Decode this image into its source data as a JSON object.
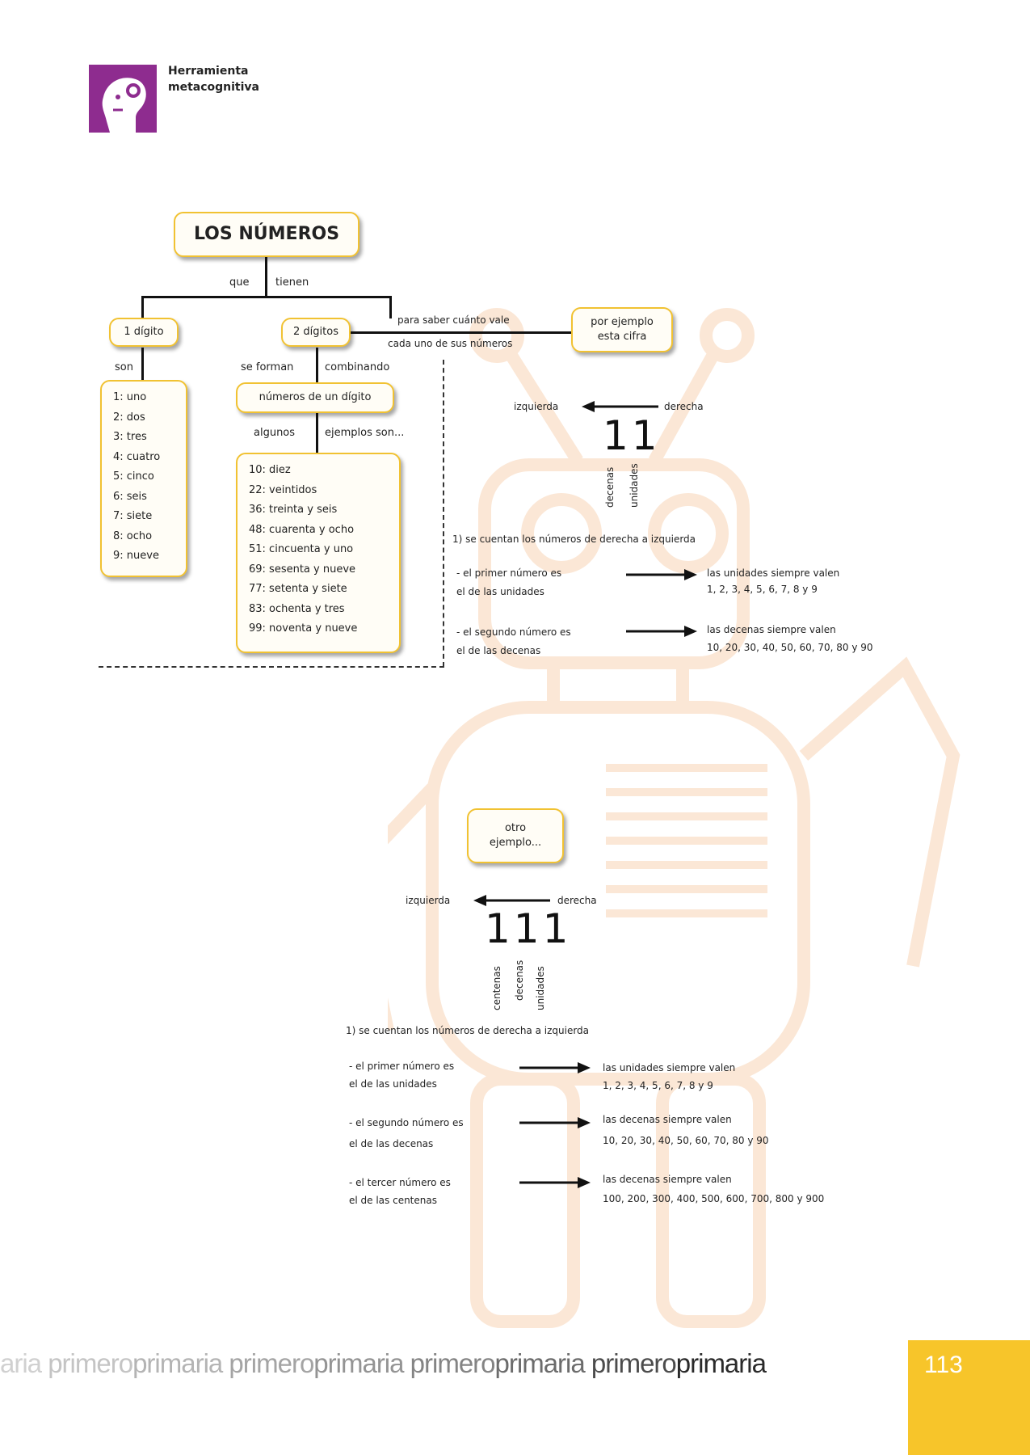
{
  "header": {
    "line1": "Herramienta",
    "line2": "metacognitiva",
    "logo_color": "#8e2c8f"
  },
  "map": {
    "title": "LOS NÚMEROS",
    "link_que": "que",
    "link_tienen": "tienen",
    "one_digit": "1 dígito",
    "two_digits": "2 dígitos",
    "link_son": "son",
    "link_se_forman": "se forman",
    "link_combinando": "combinando",
    "single_list": [
      "1: uno",
      "2: dos",
      "3: tres",
      "4: cuatro",
      "5: cinco",
      "6: seis",
      "7: siete",
      "8: ocho",
      "9: nueve"
    ],
    "numeros_un_digito": "números de un dígito",
    "link_algunos": "algunos",
    "link_ejemplos": "ejemplos son...",
    "examples_list": [
      "10: diez",
      "22: veintidos",
      "36: treinta y seis",
      "48: cuarenta y ocho",
      "51: cincuenta y uno",
      "69: sesenta y nueve",
      "77: setenta y siete",
      "83: ochenta y tres",
      "99: noventa y nueve"
    ],
    "link_para_saber": "para saber cuánto vale",
    "link_cada_uno": "cada uno de sus números",
    "por_ejemplo_1": "por ejemplo",
    "por_ejemplo_2": "esta cifra"
  },
  "example1": {
    "izquierda": "izquierda",
    "derecha": "derecha",
    "digits": "11",
    "label_decenas": "decenas",
    "label_unidades": "unidades",
    "rule": "1) se cuentan los números de derecha a izquierda",
    "first_a": "- el primer número es",
    "first_b": "el de las unidades",
    "first_r1": "las unidades siempre valen",
    "first_r2": "1, 2, 3, 4, 5, 6, 7, 8 y 9",
    "second_a": "- el segundo número es",
    "second_b": "el de las decenas",
    "second_r1": "las decenas siempre valen",
    "second_r2": "10, 20, 30, 40, 50, 60, 70, 80 y 90"
  },
  "example2": {
    "otro_1": "otro",
    "otro_2": "ejemplo...",
    "izquierda": "izquierda",
    "derecha": "derecha",
    "digits": "111",
    "label_centenas": "centenas",
    "label_decenas": "decenas",
    "label_unidades": "unidades",
    "rule": "1) se cuentan los números de derecha a izquierda",
    "first_a": "- el primer número es",
    "first_b": "el de las unidades",
    "first_r1": "las unidades siempre valen",
    "first_r2": "1, 2, 3, 4, 5, 6, 7, 8 y 9",
    "second_a": "- el segundo número es",
    "second_b": "el de las decenas",
    "second_r1": "las decenas siempre valen",
    "second_r2": "10, 20, 30, 40, 50, 60, 70, 80 y 90",
    "third_a": "- el tercer número es",
    "third_b": "el de las centenas",
    "third_r1": "las decenas siempre valen",
    "third_r2": "100, 200, 300, 400, 500, 600, 700, 800 y 900"
  },
  "footer": {
    "strip": [
      {
        "t": "aria",
        "c": "#d0d0d0"
      },
      {
        "t": " primero",
        "c": "#c4c4c4"
      },
      {
        "t": "primaria",
        "c": "#b4b4b4"
      },
      {
        "t": " primero",
        "c": "#a4a4a4"
      },
      {
        "t": "primaria",
        "c": "#949494"
      },
      {
        "t": " primero",
        "c": "#848484"
      },
      {
        "t": "primaria",
        "c": "#6c6c6c"
      },
      {
        "t": " primero",
        "c": "#4c4c4c"
      },
      {
        "t": "primaria",
        "c": "#2a2a2a"
      }
    ],
    "page_number": "113",
    "accent": "#f7c52a"
  }
}
